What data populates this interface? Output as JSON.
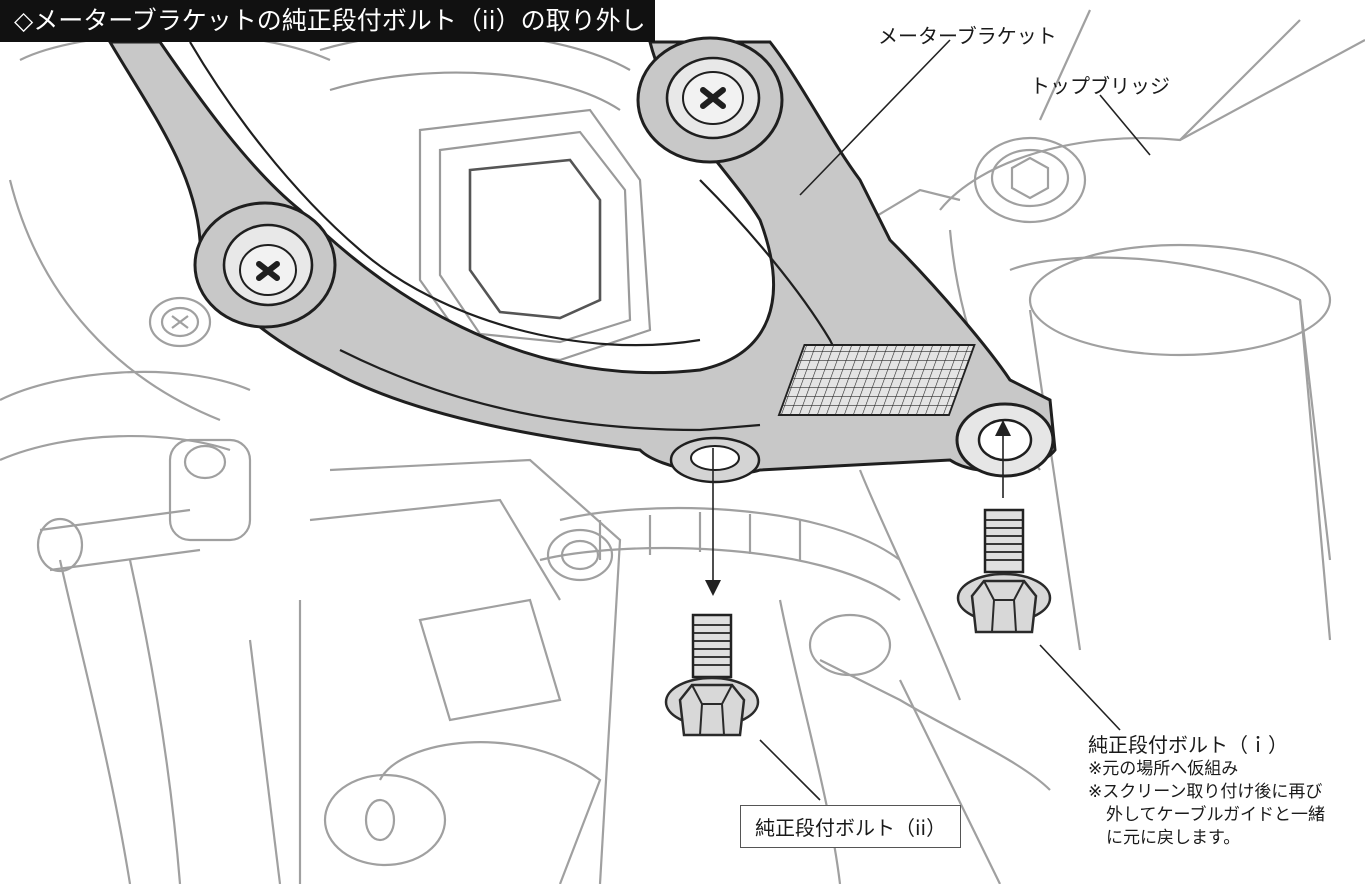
{
  "title": "◇メーターブラケットの純正段付ボルト（ii）の取り外し",
  "labels": {
    "meter_bracket": "メーターブラケット",
    "top_bridge": "トップブリッジ",
    "bolt_ii": "純正段付ボルト（ii）",
    "bolt_i": "純正段付ボルト（ｉ）",
    "note_1": "※元の場所へ仮組み",
    "note_2a": "※スクリーン取り付け後に再び",
    "note_2b": "外してケーブルガイドと一緒",
    "note_2c": "に元に戻します。"
  },
  "colors": {
    "title_bg": "#111111",
    "title_text": "#ffffff",
    "bracket_fill": "#c8c8c8",
    "line_art": "#9a9a9a",
    "ink": "#1a1a1a"
  },
  "icons": [
    "phillips-screw-icon",
    "hex-socket-bolt-icon",
    "flanged-hex-bolt-icon",
    "arrow-down-icon",
    "arrow-up-icon"
  ]
}
